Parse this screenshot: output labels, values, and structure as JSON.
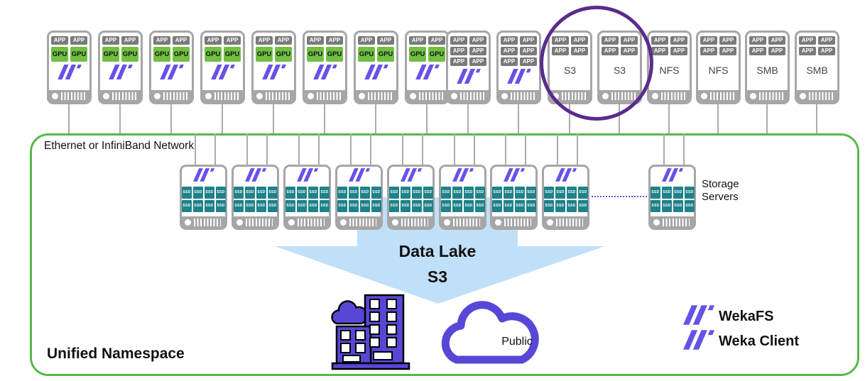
{
  "network_box": {
    "top_label": "Ethernet or InfiniBand Network",
    "bottom_label": "Unified Namespace"
  },
  "chips": {
    "app": "APP",
    "gpu": "GPU",
    "ssd": "SSD"
  },
  "top_nodes": [
    {
      "kind": "gpu",
      "apps": 2,
      "gpus": 2,
      "logo": true
    },
    {
      "kind": "gpu",
      "apps": 2,
      "gpus": 2,
      "logo": true
    },
    {
      "kind": "gpu",
      "apps": 2,
      "gpus": 2,
      "logo": true
    },
    {
      "kind": "gpu",
      "apps": 2,
      "gpus": 2,
      "logo": true
    },
    {
      "kind": "gpu",
      "apps": 2,
      "gpus": 2,
      "logo": true
    },
    {
      "kind": "gpu",
      "apps": 2,
      "gpus": 2,
      "logo": true
    },
    {
      "kind": "gpu",
      "apps": 2,
      "gpus": 2,
      "logo": true
    },
    {
      "kind": "gpu",
      "apps": 2,
      "gpus": 2,
      "logo": true
    },
    {
      "kind": "app",
      "apps": 6,
      "logo": true
    },
    {
      "kind": "app",
      "apps": 6,
      "logo": true
    },
    {
      "kind": "protocol",
      "apps": 4,
      "label": "S3"
    },
    {
      "kind": "protocol",
      "apps": 4,
      "label": "S3"
    },
    {
      "kind": "protocol",
      "apps": 4,
      "label": "NFS"
    },
    {
      "kind": "protocol",
      "apps": 4,
      "label": "NFS"
    },
    {
      "kind": "protocol",
      "apps": 4,
      "label": "SMB"
    },
    {
      "kind": "protocol",
      "apps": 4,
      "label": "SMB"
    }
  ],
  "storage_row": {
    "server_count": 9,
    "gap_after_index": 7,
    "ssds_per_server": 8,
    "label_line1": "Storage",
    "label_line2": "Servers"
  },
  "data_lake_arrow": {
    "label_line1": "Data Lake",
    "label_line2": "S3"
  },
  "public_cloud": {
    "label": "Public"
  },
  "legend": {
    "items": [
      {
        "label": "WekaFS"
      },
      {
        "label": "Weka Client"
      }
    ]
  },
  "highlight_ellipse": {
    "encircles": [
      "S3",
      "S3"
    ]
  },
  "colors": {
    "weka_purple": "#6553e8",
    "gpu_green": "#72bf44",
    "chip_gray": "#7a7a7a",
    "ssd_teal": "#1f828a",
    "node_gray": "#a6a6a6",
    "line_gray": "#ababab",
    "network_green": "#54b948",
    "arrow_blue": "#bfe0f8",
    "highlight_purple": "#5a2b8d",
    "icon_purple": "#5847d6"
  }
}
